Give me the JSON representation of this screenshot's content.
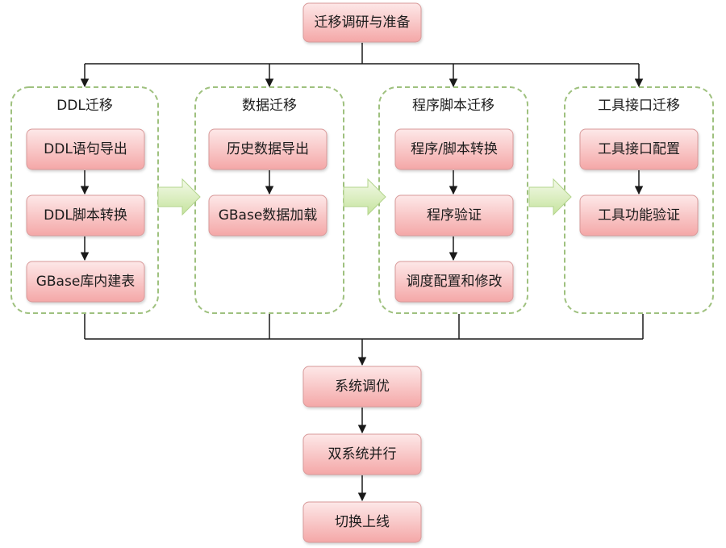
{
  "top": {
    "label": "迁移调研与准备"
  },
  "groups": [
    {
      "title": "DDL迁移",
      "items": [
        "DDL语句导出",
        "DDL脚本转换",
        "GBase库内建表"
      ]
    },
    {
      "title": "数据迁移",
      "items": [
        "历史数据导出",
        "GBase数据加载"
      ]
    },
    {
      "title": "程序脚本迁移",
      "items": [
        "程序/脚本转换",
        "程序验证",
        "调度配置和修改"
      ]
    },
    {
      "title": "工具接口迁移",
      "items": [
        "工具接口配置",
        "工具功能验证"
      ]
    }
  ],
  "bottom": {
    "steps": [
      "系统调优",
      "双系统并行",
      "切换上线"
    ]
  },
  "colors": {
    "node_fill_top": "#fde3e3",
    "node_fill_bottom": "#f5a9a9",
    "node_stroke": "#d99a9a",
    "group_border": "#9fc17f",
    "arrow_fill_light": "#eef7e0",
    "arrow_fill_dark": "#c5e39d",
    "line": "#1a1a1a"
  }
}
